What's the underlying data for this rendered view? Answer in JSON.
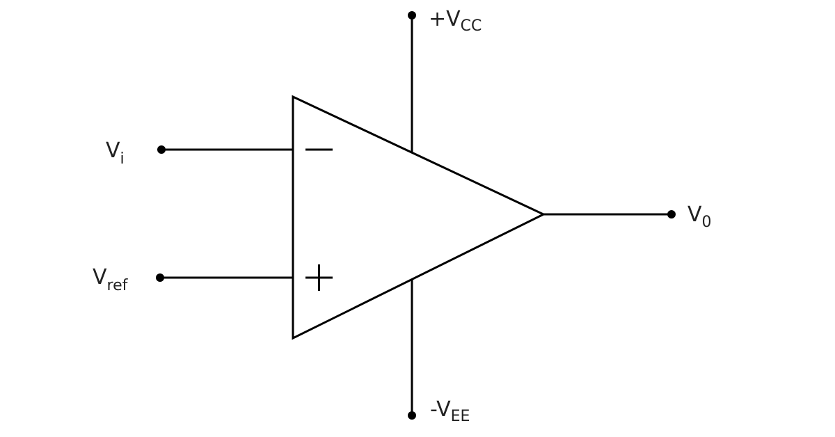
{
  "labels": {
    "input_inverting": {
      "main": "V",
      "sub": "i"
    },
    "input_reference": {
      "main": "V",
      "sub": "ref"
    },
    "supply_positive": {
      "main": "+V",
      "sub": "CC"
    },
    "supply_negative": {
      "main": "-V",
      "sub": "EE"
    },
    "output": {
      "main": "V",
      "sub": "0"
    }
  },
  "colors": {
    "stroke": "#000000",
    "text": "#222222",
    "background": "#ffffff"
  }
}
